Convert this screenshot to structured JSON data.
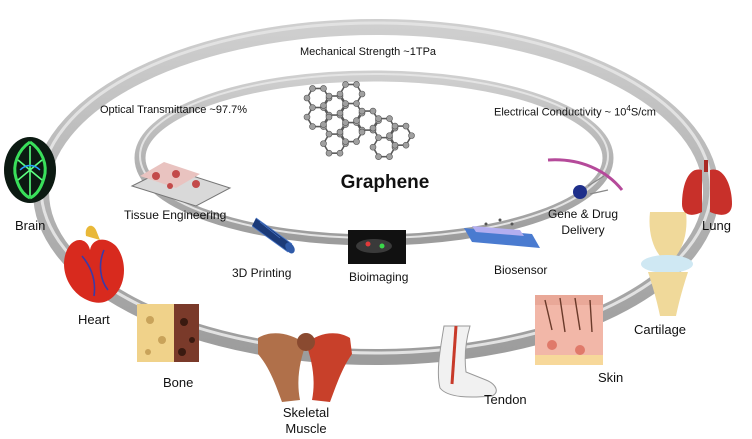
{
  "title": "Graphene",
  "properties": {
    "mechanical": "Mechanical Strength ~1TPa",
    "optical": "Optical Transmittance ~97.7%",
    "electrical_prefix": "Electrical Conductivity ~ 10",
    "electrical_exp": "4",
    "electrical_unit": "S/cm"
  },
  "applications": {
    "tissue_engineering": "Tissue Engineering",
    "printing_3d": "3D Printing",
    "bioimaging": "Bioimaging",
    "biosensor": "Biosensor",
    "gene_drug_line1": "Gene & Drug",
    "gene_drug_line2": "Delivery"
  },
  "organs": {
    "brain": "Brain",
    "heart": "Heart",
    "bone": "Bone",
    "skeletal_muscle_line1": "Skeletal",
    "skeletal_muscle_line2": "Muscle",
    "tendon": "Tendon",
    "skin": "Skin",
    "cartilage": "Cartilage",
    "lung": "Lung"
  },
  "colors": {
    "ring": "#a9a9a9",
    "ring_highlight": "#d6d6d6",
    "graphene_node": "#a0a0a0",
    "graphene_bond": "#5a5a5a",
    "brain_fluor": "#39e05a",
    "heart_red": "#d82a1e",
    "lung_red": "#c8302a",
    "cartilage": "#f0d99a",
    "skin_pink": "#f2b7a8",
    "tube_blue": "#1b3a78",
    "muscle_red": "#c8402a"
  },
  "icons": {
    "brain": "brain-mri-icon",
    "heart": "heart-icon",
    "bone": "bone-icon",
    "muscle": "arm-wrestling-icon",
    "tendon": "foot-tendon-icon",
    "skin": "skin-layers-icon",
    "cartilage": "knee-joint-icon",
    "lung": "lungs-icon",
    "graphene": "graphene-lattice-icon",
    "tissue": "cell-scaffold-icon",
    "printing": "nanotube-cylinder-icon",
    "imaging": "mouse-imaging-icon",
    "sensor": "biosensor-chip-icon",
    "delivery": "nanocarrier-icon"
  }
}
